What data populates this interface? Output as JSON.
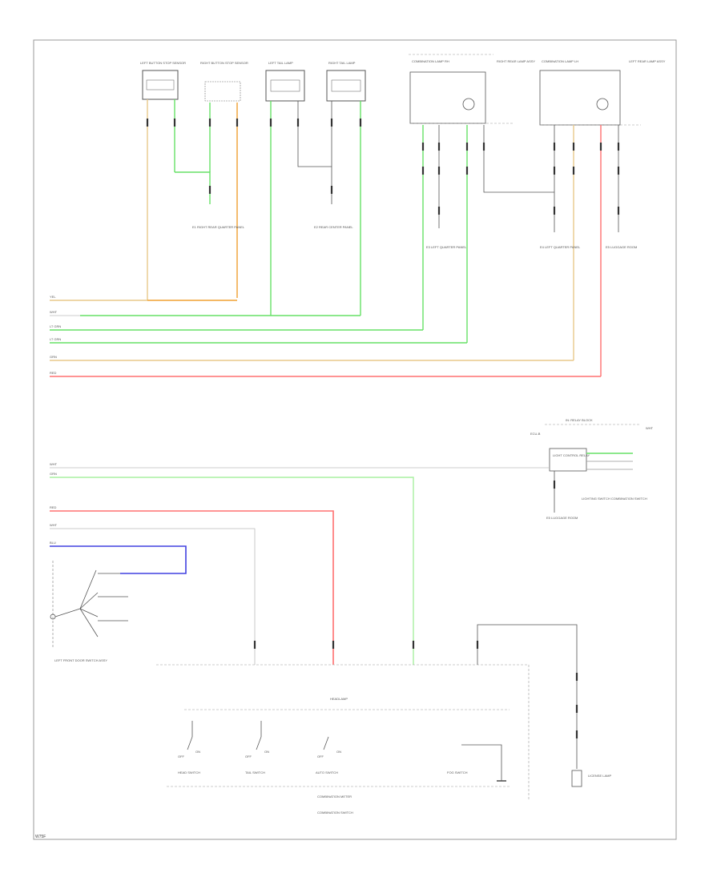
{
  "colors": {
    "tan": "#e8c98a",
    "orange": "#f0a030",
    "green": "#66e066",
    "light_green": "#a8f0a0",
    "pink": "#ff7070",
    "blue": "#4040e0",
    "wire": "#555555",
    "grey": "#bbbbbb"
  },
  "labels": {
    "comp_left_stop_lamp": "LEFT BUTTON STOP SENSOR",
    "comp_right_stop_lamp": "RIGHT BUTTON STOP SENSOR",
    "comp_left_tail": "LEFT TAIL LAMP",
    "comp_right_tail": "RIGHT TAIL LAMP",
    "comp_combi_r": "COMBINATION LAMP RH",
    "comp_combi_l": "COMBINATION LAMP LH",
    "comp_right_rear": "RIGHT REAR LAMP ASSY",
    "comp_left_rear": "LEFT REAR LAMP ASSY",
    "ground_e1": "E1 RIGHT REAR QUARTER PANEL",
    "ground_e2": "E2 REAR CENTER PANEL",
    "ground_e3": "E3 LEFT QUARTER PANEL",
    "ground_e4": "E4 LEFT QUARTER PANEL",
    "ground_e5": "E5 LUGGAGE ROOM",
    "wire_wht": "WHT",
    "wire_grn": "GRN",
    "wire_red": "RED",
    "wire_blu": "BLU",
    "wire_ltgrn": "LT GRN",
    "wire_yel": "YEL",
    "relay_title": "IN: RELAY BLOCK",
    "relay_box": "LIGHT CONTROL RELAY",
    "fuse_note": "ECU-B",
    "side_note": "LIGHTING SWITCH COMBINATION SWITCH",
    "switch_title": "LEFT FRONT DOOR SWITCH ASSY",
    "headlamp_switch": "HEADLAMP",
    "sw1": "HEAD SWITCH",
    "sw2": "TAIL SWITCH",
    "sw3": "AUTO SWITCH",
    "sw4": "FOG SWITCH",
    "sw_off": "OFF",
    "sw_on": "ON",
    "combi_meter": "COMBINATION METER",
    "combi_switch": "COMBINATION SWITCH",
    "bottom_comp": "LICENSE LAMP",
    "page_id": "W75F"
  }
}
